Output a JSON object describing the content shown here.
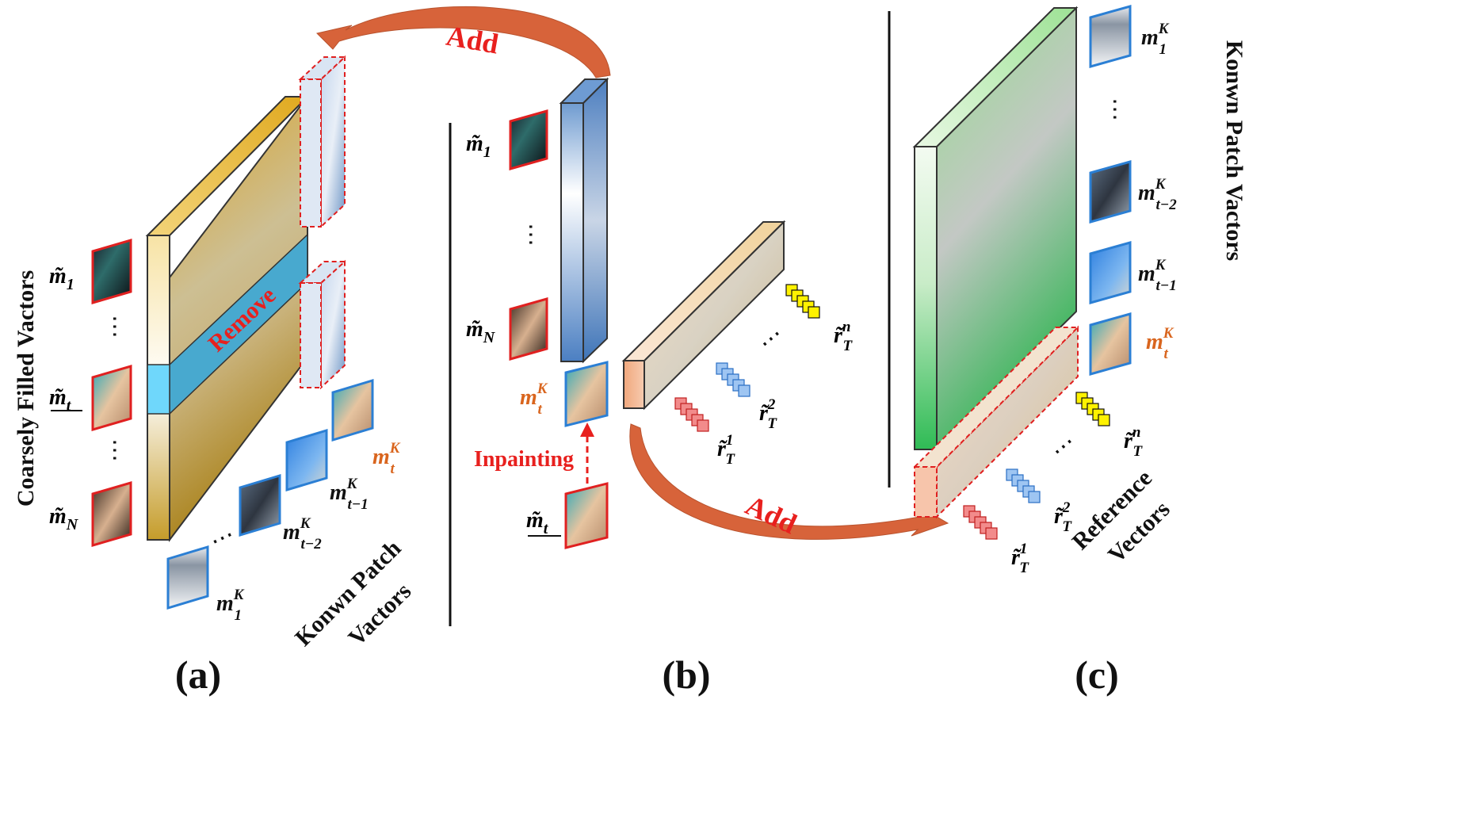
{
  "panels": {
    "a": {
      "caption": "(a)",
      "vertical_label": "Coarsely Filled Vactors",
      "known_label_line1": "Konwn Patch",
      "known_label_line2": "Vactors",
      "remove_label": "Remove",
      "left_items": [
        {
          "base": "m̃",
          "sub": "1"
        },
        {
          "base": "m̃",
          "sub": "t"
        },
        {
          "base": "m̃",
          "sub": "N"
        }
      ],
      "known_items": [
        {
          "base": "m",
          "sup": "K",
          "sub": "t"
        },
        {
          "base": "m",
          "sup": "K",
          "sub": "t−1"
        },
        {
          "base": "m",
          "sup": "K",
          "sub": "t−2"
        },
        {
          "base": "m",
          "sup": "K",
          "sub": "1"
        }
      ],
      "dots": "⋯"
    },
    "b": {
      "caption": "(b)",
      "inpainting_label": "Inpainting",
      "left_items": [
        {
          "base": "m̃",
          "sub": "1"
        },
        {
          "base": "m̃",
          "sub": "N"
        },
        {
          "base": "m̃",
          "sub": "t"
        }
      ],
      "mtk": {
        "base": "m",
        "sup": "K",
        "sub": "t"
      },
      "ref_items": [
        {
          "base": "r̃",
          "sup": "1",
          "sub": "T"
        },
        {
          "base": "r̃",
          "sup": "2",
          "sub": "T"
        },
        {
          "base": "r̃",
          "sup": "n",
          "sub": "T"
        }
      ]
    },
    "c": {
      "caption": "(c)",
      "vertical_label": "Konwn Patch Vactors",
      "ref_label_line1": "Reference",
      "ref_label_line2": "Vectors",
      "known_items": [
        {
          "base": "m",
          "sup": "K",
          "sub": "1"
        },
        {
          "base": "m",
          "sup": "K",
          "sub": "t−2"
        },
        {
          "base": "m",
          "sup": "K",
          "sub": "t−1"
        },
        {
          "base": "m",
          "sup": "K",
          "sub": "t"
        }
      ],
      "ref_items": [
        {
          "base": "r̃",
          "sup": "1",
          "sub": "T"
        },
        {
          "base": "r̃",
          "sup": "2",
          "sub": "T"
        },
        {
          "base": "r̃",
          "sup": "n",
          "sub": "T"
        }
      ]
    }
  },
  "arrows": {
    "top_label": "Add",
    "bottom_label": "Add"
  },
  "colors": {
    "red_label": "#e8201e",
    "orange_label": "#d9651e",
    "arrow": "#d7633a",
    "frame_red": "#e02020",
    "frame_blue": "#2b7fd4"
  }
}
